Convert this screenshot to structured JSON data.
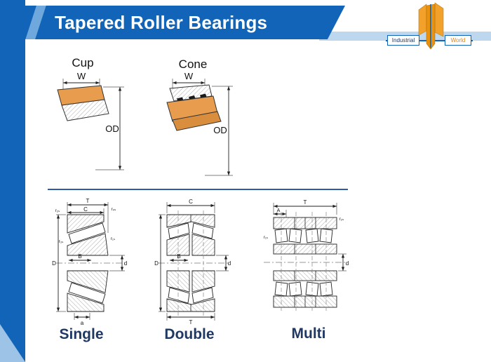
{
  "slide": {
    "title": "Tapered Roller Bearings"
  },
  "logo": {
    "industrial": "Industrial",
    "world": "World"
  },
  "colors": {
    "header_blue": "#1164b8",
    "accent_light_blue": "#9dc3e6",
    "ring_orange": "#e89c4e",
    "caption_navy": "#1f3864"
  },
  "cup": {
    "title": "Cup",
    "w": "W",
    "od": "OD"
  },
  "cone": {
    "title": "Cone",
    "w": "W",
    "od": "OD"
  },
  "single": {
    "caption": "Single",
    "dims": {
      "T": "T",
      "C": "C",
      "B": "B",
      "D": "D",
      "d": "d",
      "a": "a",
      "r2": "r₂ₛ",
      "r4": "r₄ₛ",
      "r3": "r₃ₛ",
      "r1": "r₁ₛ"
    }
  },
  "double": {
    "caption": "Double",
    "dims": {
      "C": "C",
      "B": "B",
      "D": "D",
      "d": "d",
      "T": "T"
    }
  },
  "multi": {
    "caption": "Multi",
    "dims": {
      "T": "T",
      "A": "A",
      "d": "d",
      "r2": "r₂ₛ",
      "r1": "r₁ₛ"
    }
  }
}
